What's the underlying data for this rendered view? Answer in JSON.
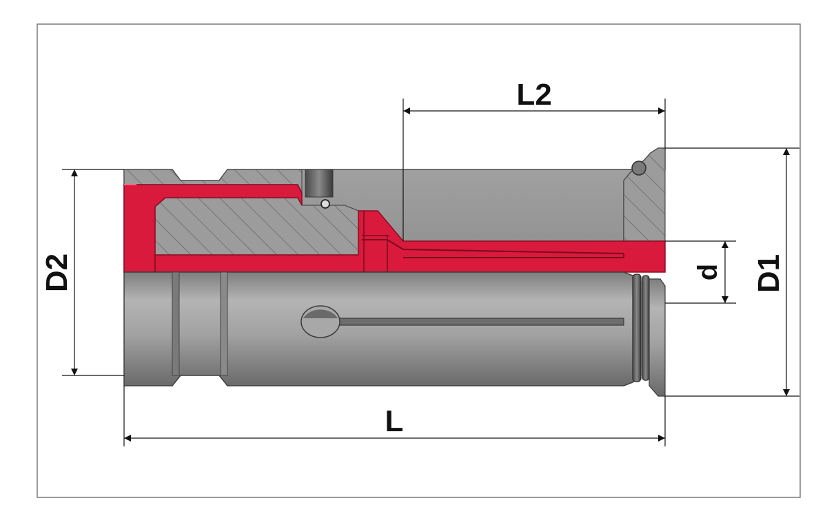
{
  "dimensions": {
    "L": "L",
    "L2": "L2",
    "D1": "D1",
    "D2": "D2",
    "d": "d"
  },
  "colors": {
    "frame": "#7a7a7a",
    "steel": "#9a9a9a",
    "steel_dark": "#5a5a5a",
    "section_red": "#d91a3c",
    "section_red_dark": "#a8102a",
    "hatch": "#6e6e6e",
    "dimension_line": "#111111"
  }
}
